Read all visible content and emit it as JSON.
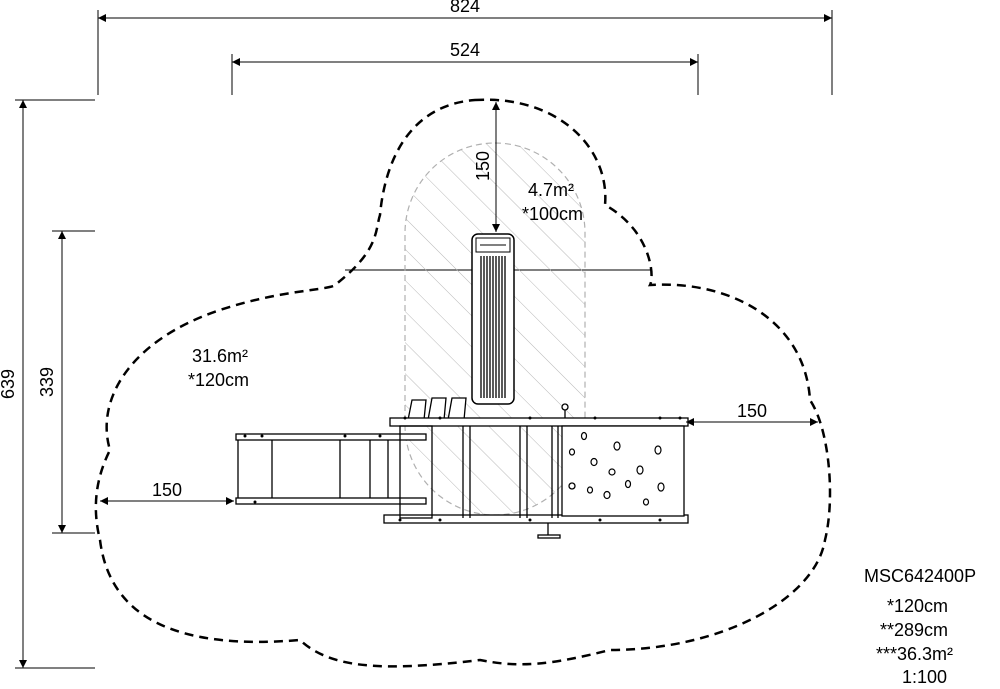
{
  "dimensions": {
    "overall_width": "824",
    "inner_width": "524",
    "overall_height": "639",
    "inner_height": "339",
    "top_safety": "150",
    "right_safety": "150",
    "left_safety": "150"
  },
  "areas": {
    "upper": {
      "area": "4.7m²",
      "fall_height": "*100cm"
    },
    "main": {
      "area": "31.6m²",
      "fall_height": "*120cm"
    }
  },
  "legend": {
    "product_code": "MSC642400P",
    "fall_height": "*120cm",
    "free_height": "**289cm",
    "total_area": "***36.3m²",
    "scale": "1:100"
  }
}
